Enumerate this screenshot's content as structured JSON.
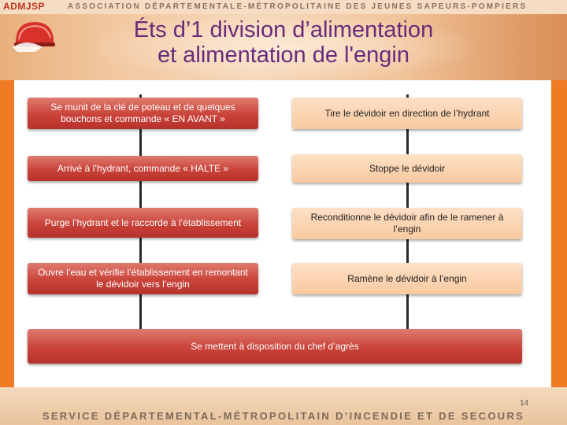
{
  "header": {
    "logo": "ADMJSP",
    "organization": "ASSOCIATION DÉPARTEMENTALE-MÉTROPOLITAINE DES JEUNES SAPEURS-POMPIERS",
    "title_line1": "Éts d’1 division d’alimentation",
    "title_line2": "et alimentation de l'engin"
  },
  "left_steps": [
    "Se munit de la clé de poteau et de quelques bouchons et commande « EN AVANT »",
    "Arrivé à l’hydrant, commande « HALTE »",
    "Purge l’hydrant et le raccorde à l’établissement",
    "Ouvre l’eau et vérifie l’établissement en remontant le dévidoir vers l’engin"
  ],
  "right_steps": [
    "Tire le dévidoir en direction de l’hydrant",
    "Stoppe le dévidoir",
    "Reconditionne le dévidoir afin de le ramener à l’engin",
    "Ramène le dévidoir à l’engin"
  ],
  "final_step": "Se mettent à disposition du chef d’agrès",
  "page_number": "14",
  "footer": "SERVICE DÉPARTEMENTAL-MÉTROPOLITAIN D’INCENDIE ET DE SECOURS",
  "colors": {
    "orange_frame": "#f07b22",
    "title": "#6a2a7a",
    "red_box": "#c9433a",
    "peach_box": "#f9c9a0"
  }
}
